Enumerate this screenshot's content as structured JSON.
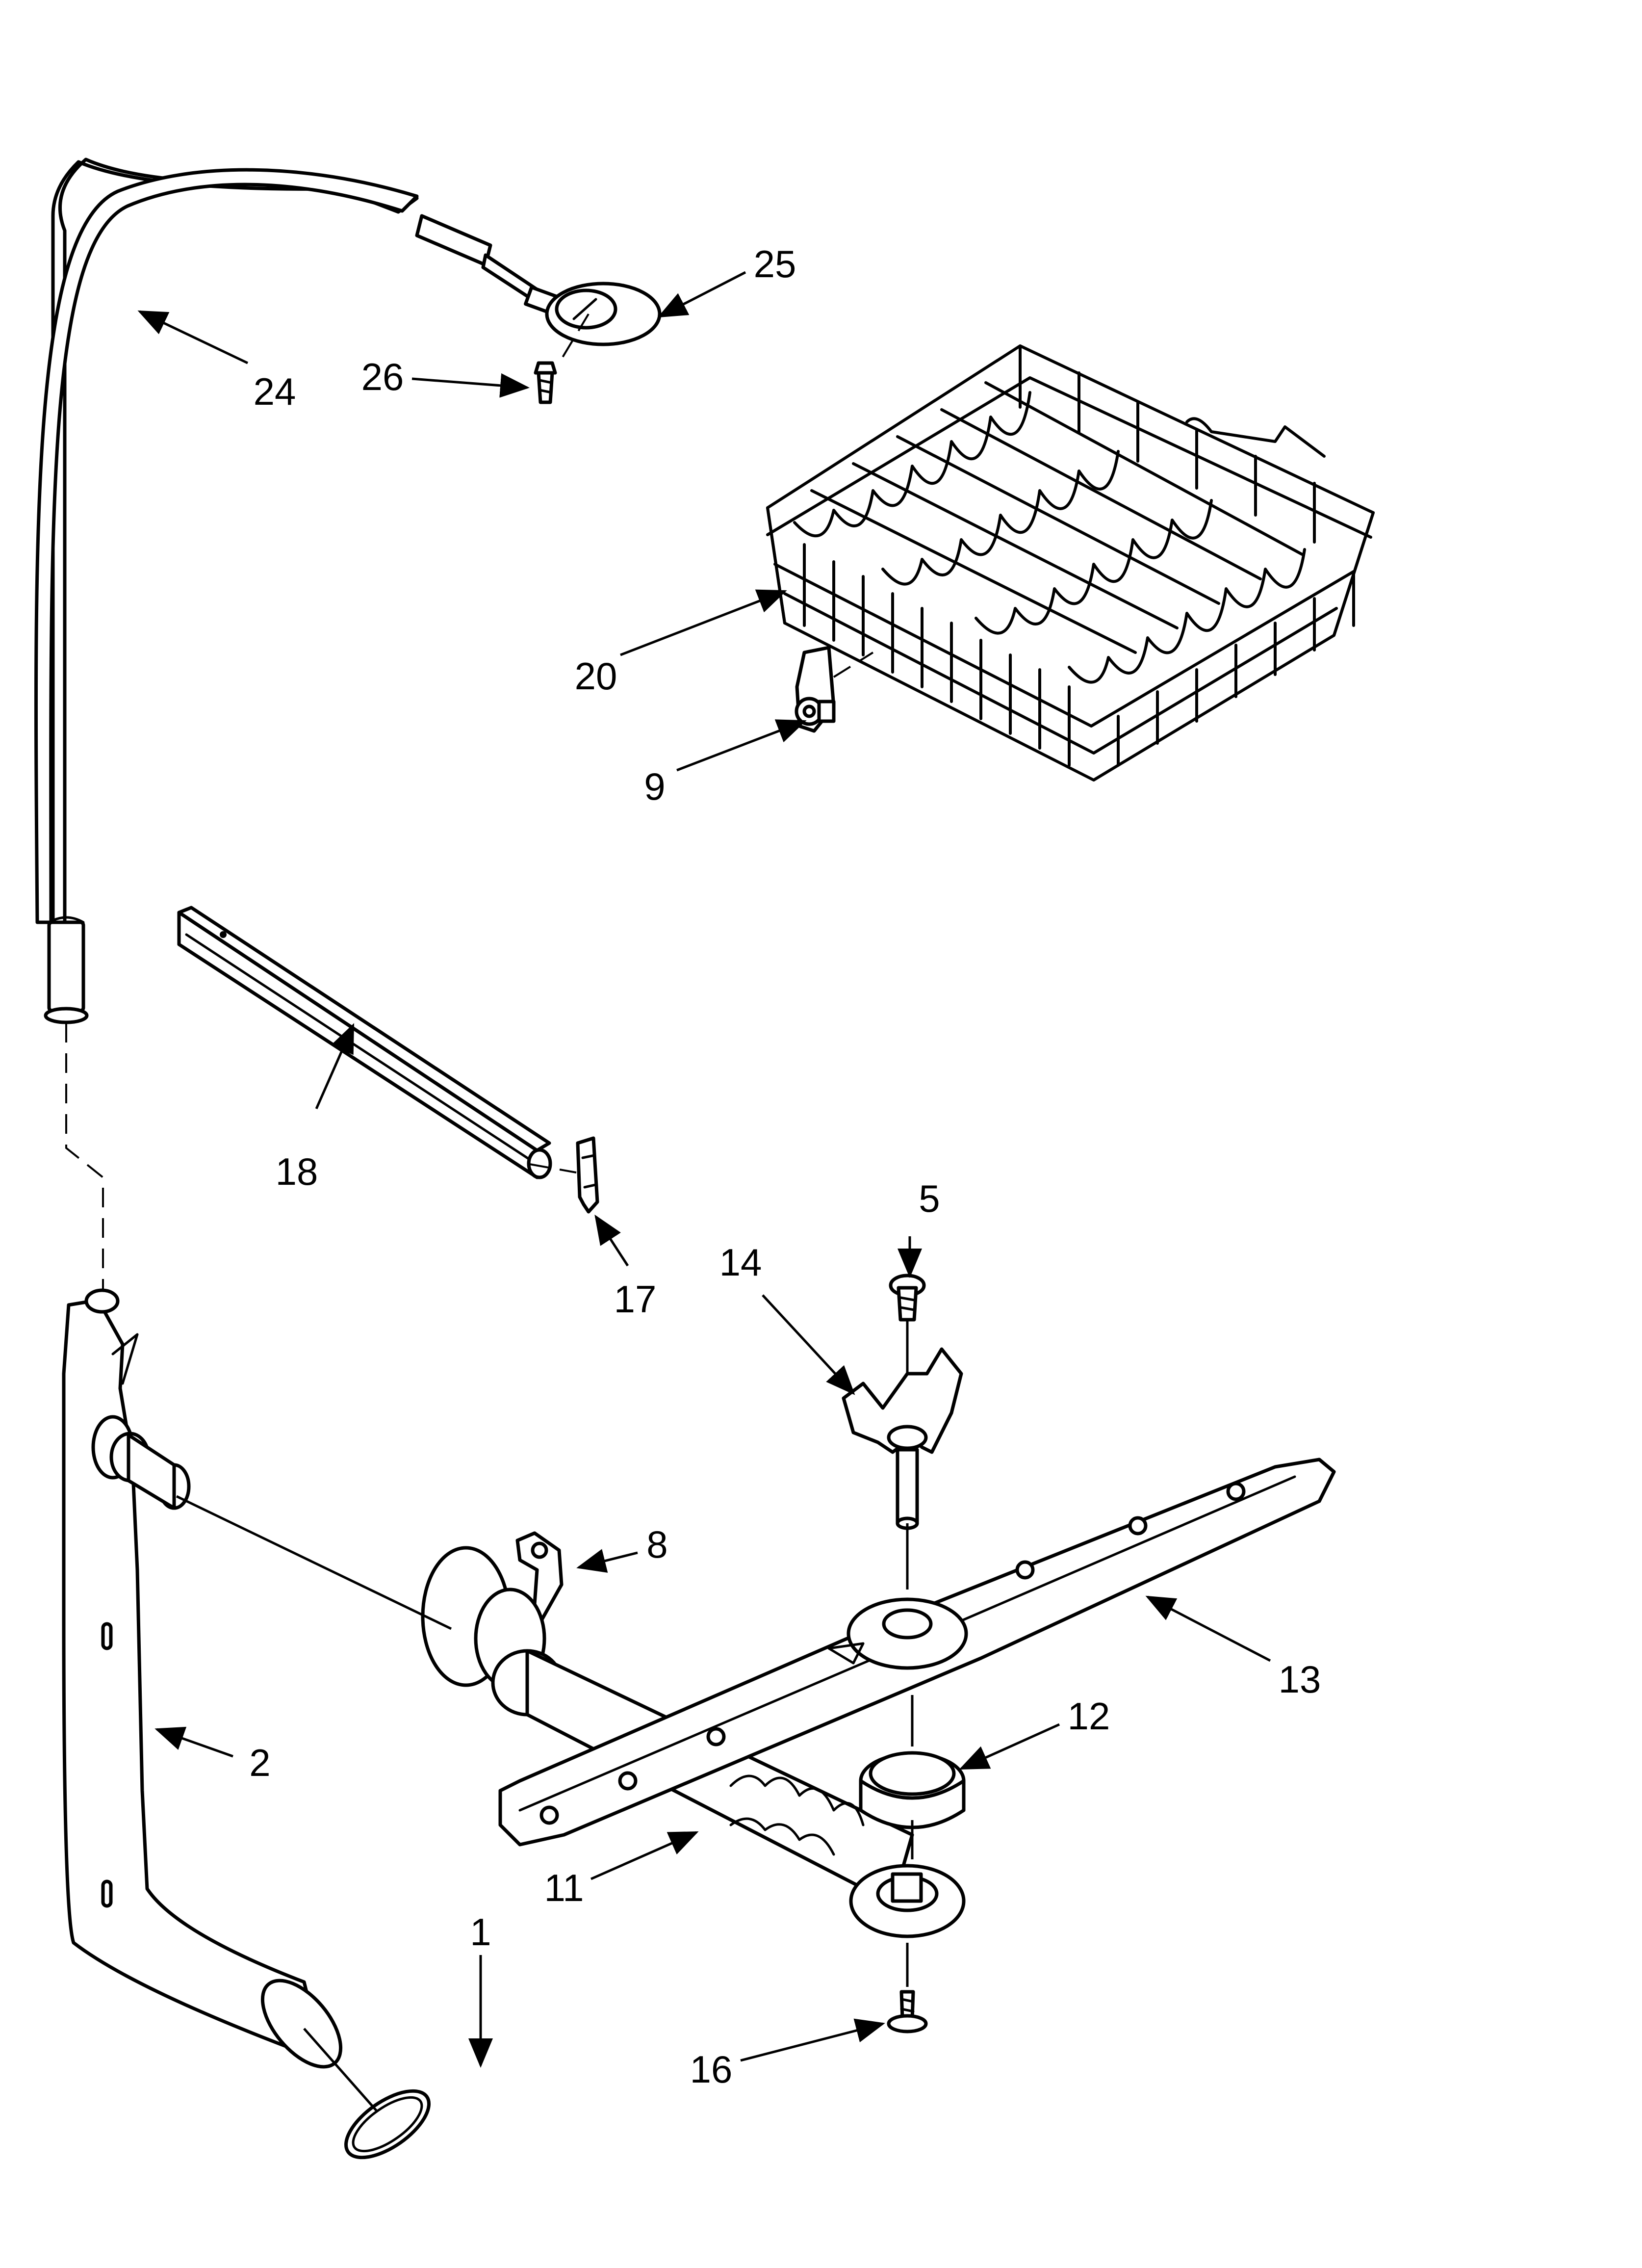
{
  "callouts": [
    {
      "id": "p1",
      "label": "1"
    },
    {
      "id": "p2",
      "label": "2"
    },
    {
      "id": "p5",
      "label": "5"
    },
    {
      "id": "p8",
      "label": "8"
    },
    {
      "id": "p9",
      "label": "9"
    },
    {
      "id": "p11",
      "label": "11"
    },
    {
      "id": "p12",
      "label": "12"
    },
    {
      "id": "p13",
      "label": "13"
    },
    {
      "id": "p14",
      "label": "14"
    },
    {
      "id": "p16",
      "label": "16"
    },
    {
      "id": "p17",
      "label": "17"
    },
    {
      "id": "p18",
      "label": "18"
    },
    {
      "id": "p20",
      "label": "20"
    },
    {
      "id": "p24",
      "label": "24"
    },
    {
      "id": "p25",
      "label": "25"
    },
    {
      "id": "p26",
      "label": "26"
    }
  ]
}
